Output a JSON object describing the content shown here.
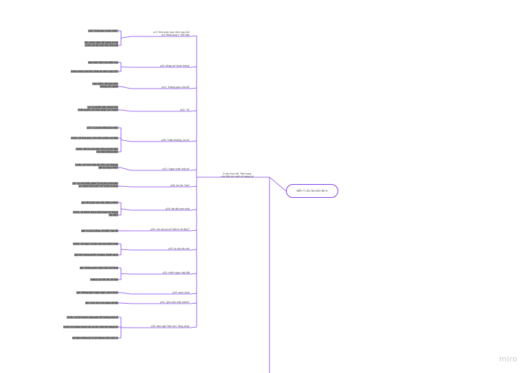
{
  "central": "BIỂU Ý LẦU NGƯNG BÍCH",
  "hub": [
    "8 câu thơ cuối: Tâm trạng",
    "của Kiều khi nghĩ về tương lai"
  ],
  "branches": [
    {
      "label": [
        "p17: Bức phác họa cảnh ngụ tình",
        "(từ \"Nhớ cùng\"): Thể hiện"
      ],
      "leaves": [
        [
          "p18: \"thời gian chiều hôm\""
        ],
        [
          "Bức phác cảnh để tượng trưng",
          "nhiều về nỗi nhớ nhà nhớ quê"
        ]
      ]
    },
    {
      "label": [
        "p20: Nhập bờ \"buồn trông\""
      ],
      "leaves": [
        [
          "tập nhận định câu điều thơ"
        ],
        [
          "thành công của tính pháp tả cảnh ngụ tình"
        ]
      ]
    },
    {
      "label": [
        "p21: \"không gian cửa bể\""
      ],
      "leaves": [
        [
          "ngụ thêm, đã đựa năm",
          "mang con người"
        ]
      ]
    },
    {
      "label": [
        "p22: \"lo\""
      ],
      "leaves": [
        [
          "(p): sự phiêu với, mang tính",
          "nhất quyết cho thân phận con người"
        ]
      ]
    },
    {
      "label": [
        "p26: \"thấp thoáng, xa xa\""
      ],
      "leaves": [
        [
          "p27: cụ buồn trông tội nhân"
        ],
        [
          "nhiều: về thời gian, Về chiều phiêu nơi đây"
        ],
        [
          "nhiều: đã bùn khuyên đứng khuất đàn",
          "của bảo không gian"
        ]
      ]
    },
    {
      "label": [
        "p27: \"ngọn nước mới sa\""
      ],
      "leaves": [
        [
          "nhiều: về nhớ nước đo trên con đường,",
          "gợi sự nguy hiểm"
        ]
      ]
    },
    {
      "label": [
        "p28: lùn đo \"hoa\""
      ],
      "leaves": [
        [
          "(p): sự cho thấy phận Tù và phụ mờ buồn",
          "(c): Bạch trời cuối\" về \"buồn trương"
        ]
      ]
    },
    {
      "label": [
        "p29: lớp đợi màu mây"
      ],
      "leaves": [
        [
          "gợi nỗi buồn vào vệt, bằng mênh"
        ],
        [
          "nhiều: về thành đang bóng bao kín trong",
          "nơi đêm"
        ]
      ]
    },
    {
      "label": [
        "p30: cửu mở xa sở \"biết là về đâu?\""
      ],
      "leaves": [
        [
          "gợi: ra sự lo lắng, cỡ biển, hạc đỡ"
        ]
      ]
    },
    {
      "label": [
        "p31: lọ cây câu các"
      ],
      "leaves": [
        [
          "nhiều: về ngọn cỏ rậu con sau chân mưa"
        ],
        [
          "gợi tâm trạng phiên muộng, tuyệt vọng"
        ]
      ]
    },
    {
      "label": [
        "p32: chiều ngọn mặt đất"
      ],
      "leaves": [
        [
          "gợi: không gian chật chội, bó hồng"
        ],
        [
          "tương: lại mờ với, bế kéo"
        ]
      ]
    },
    {
      "label": [
        "p33: xanh xanh"
      ],
      "leaves": [
        [
          "gợi: không gian ngợt ngạt, xanh xanh"
        ]
      ]
    },
    {
      "label": [
        "p34: \"gió cuốn mặt duềnh\""
      ],
      "leaves": [
        [
          "gợi: hình ảnh con sóng dữ dội"
        ]
      ]
    },
    {
      "label": [
        "p35: đeo ngồi \"tóm ém \"rằng rằng\""
      ],
      "leaves": [
        [
          "nhiều: về âm thanh sóng gợi nỗi hoảng phố cỗ"
        ],
        [
          "nhiều: từ tượng trưng sức ao ém nghĩ về tương lai"
        ],
        [
          "dự báo những tai ủi sẽ không cách xảy ra"
        ]
      ]
    }
  ],
  "brand": "miro"
}
